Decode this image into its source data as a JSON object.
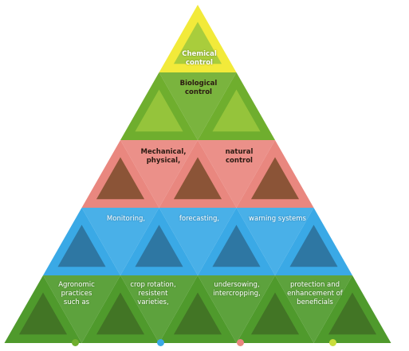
{
  "tiers": [
    {
      "name": "chemical",
      "color": "#f2ea3a",
      "labels": [
        {
          "lines": [
            "Chemical",
            "control"
          ]
        }
      ]
    },
    {
      "name": "biological",
      "color": "#6fae2e",
      "labels": [
        {
          "lines": [
            "Biological",
            "control"
          ]
        }
      ]
    },
    {
      "name": "mechanical",
      "color": "#e9877f",
      "labels": [
        {
          "lines": [
            "Mechanical,",
            "physical,"
          ]
        },
        {
          "lines": [
            "natural",
            "control"
          ]
        }
      ]
    },
    {
      "name": "monitoring",
      "color": "#3aa9e6",
      "labels": [
        {
          "lines": [
            "Monitoring,"
          ]
        },
        {
          "lines": [
            "forecasting,"
          ]
        },
        {
          "lines": [
            "warning systems"
          ]
        }
      ]
    },
    {
      "name": "agronomic",
      "color": "#4f9a2c",
      "labels": [
        {
          "lines": [
            "Agronomic",
            "practices",
            "such as"
          ]
        },
        {
          "lines": [
            "crop rotation,",
            "resistent",
            "varieties,"
          ]
        },
        {
          "lines": [
            "undersowing,",
            "intercropping,"
          ]
        },
        {
          "lines": [
            "protection and",
            "enhancement of",
            "beneficials"
          ]
        }
      ]
    }
  ],
  "bottom_dots": [
    {
      "color": "#6fae2e"
    },
    {
      "color": "#3aa9e6"
    },
    {
      "color": "#e9877f"
    },
    {
      "color": "#c9dd3c"
    }
  ],
  "photo_tones": {
    "dark_green": "#3f6f25",
    "earth": "#7a4b2a",
    "sky_blue": "#2d6e96",
    "leaf": "#9cc83d"
  }
}
